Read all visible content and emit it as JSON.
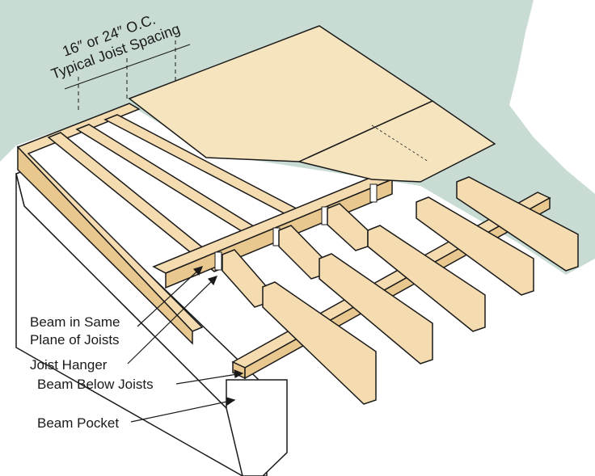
{
  "colors": {
    "sky": "#c8dcd3",
    "wood": "#f5dcb0",
    "wood_dark": "#e9c88f",
    "plywood": "#f6e4bf",
    "concrete": "#ffffff",
    "ink": "#1a1a1a"
  },
  "spacing_label": {
    "line1": "16″ or 24″ O.C.",
    "line2": "Typical Joist Spacing"
  },
  "callouts": [
    {
      "text": "Beam in Same",
      "target": "beam-in-plane"
    },
    {
      "text": "Plane of Joists",
      "target": "beam-in-plane"
    },
    {
      "text": "Joist Hanger",
      "target": "joist-hanger"
    },
    {
      "text": "Beam Below Joists",
      "target": "beam-below"
    },
    {
      "text": "Beam Pocket",
      "target": "beam-pocket"
    }
  ]
}
